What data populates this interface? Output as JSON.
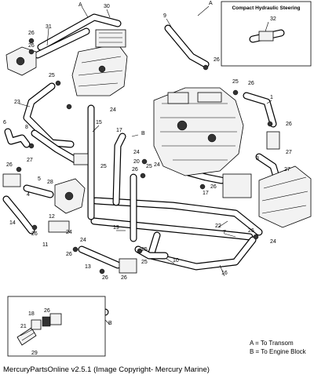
{
  "inset_steering": {
    "title": "Compact Hydraulic Steering",
    "part": "32"
  },
  "legend": {
    "a": "A = To Transom",
    "b": "B = To Engine Block"
  },
  "footer": "MercuryPartsOnline v2.5.1 (Image Copyright- Mercury Marine)",
  "callouts": [
    "A",
    "30",
    "31",
    "26",
    "26",
    "25",
    "9",
    "A",
    "26",
    "25",
    "26",
    "1",
    "23",
    "24",
    "15",
    "17",
    "B",
    "26",
    "27",
    "8",
    "6",
    "27",
    "26",
    "5",
    "28",
    "4",
    "3",
    "25",
    "24",
    "20",
    "25",
    "26",
    "27",
    "24",
    "17",
    "26",
    "22",
    "7",
    "26",
    "24",
    "14",
    "26",
    "12",
    "11",
    "26",
    "13",
    "24",
    "24",
    "26",
    "19",
    "25",
    "25",
    "16",
    "10",
    "26",
    "18",
    "26",
    "21",
    "29",
    "B"
  ]
}
